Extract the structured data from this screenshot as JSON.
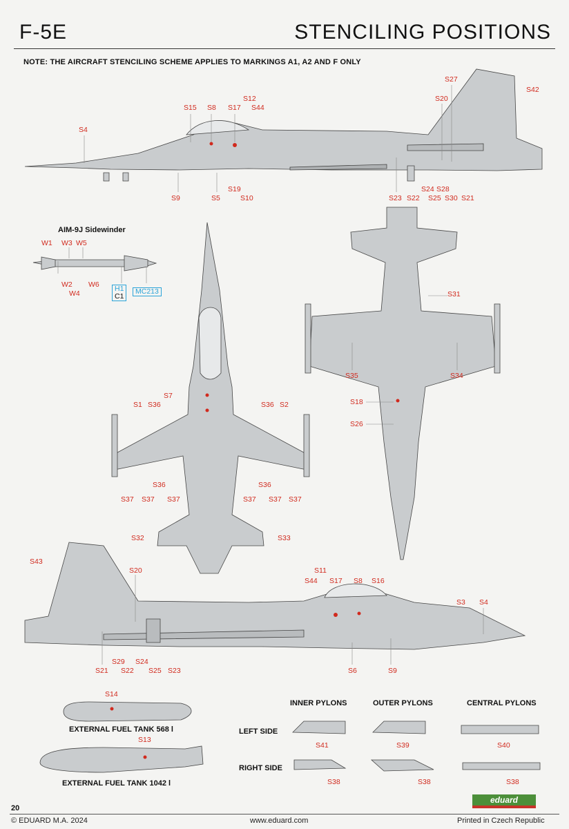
{
  "header": {
    "model": "F-5E",
    "title": "STENCILING POSITIONS"
  },
  "note": "NOTE: THE AIRCRAFT STENCILING SCHEME APPLIES TO MARKINGS A1, A2 AND F ONLY",
  "sidewinder": {
    "title": "AIM-9J Sidewinder",
    "labels": [
      "W1",
      "W3",
      "W5",
      "W2",
      "W4",
      "W6",
      "H1",
      "C1",
      "MC213"
    ]
  },
  "top_side_view_labels": [
    "S4",
    "S15",
    "S8",
    "S17",
    "S12",
    "S44",
    "S27",
    "S42",
    "S20",
    "S9",
    "S5",
    "S19",
    "S10",
    "S23",
    "S22",
    "S24",
    "S28",
    "S25",
    "S30",
    "S21"
  ],
  "top_view_labels": [
    "S7",
    "S1",
    "S36",
    "S36",
    "S2",
    "S36",
    "S36",
    "S37",
    "S37",
    "S37",
    "S37",
    "S37",
    "S37",
    "S32",
    "S33"
  ],
  "bottom_view_labels": [
    "S31",
    "S35",
    "S34",
    "S18",
    "S26"
  ],
  "bottom_side_view_labels": [
    "S43",
    "S20",
    "S11",
    "S44",
    "S17",
    "S8",
    "S16",
    "S3",
    "S4",
    "S21",
    "S29",
    "S22",
    "S24",
    "S25",
    "S23",
    "S6",
    "S9"
  ],
  "tanks": [
    {
      "code": "S14",
      "caption": "EXTERNAL FUEL TANK 568 l"
    },
    {
      "code": "S13",
      "caption": "EXTERNAL FUEL TANK 1042 l"
    }
  ],
  "pylons": {
    "headers": [
      "INNER PYLONS",
      "OUTER PYLONS",
      "CENTRAL PYLONS"
    ],
    "rows": [
      "LEFT SIDE",
      "RIGHT SIDE"
    ],
    "left_codes": [
      "S41",
      "S39",
      "S40"
    ],
    "right_codes": [
      "S38",
      "S38",
      "S38"
    ]
  },
  "footer": {
    "page": "20",
    "copyright": "© EDUARD M.A. 2024",
    "url": "www.eduard.com",
    "printed": "Printed in Czech Republic",
    "logo": "eduard"
  },
  "colors": {
    "stencil_red": "#d12a1e",
    "aircraft_grey": "#c9ccce",
    "callout_blue": "#2aa3d8"
  }
}
